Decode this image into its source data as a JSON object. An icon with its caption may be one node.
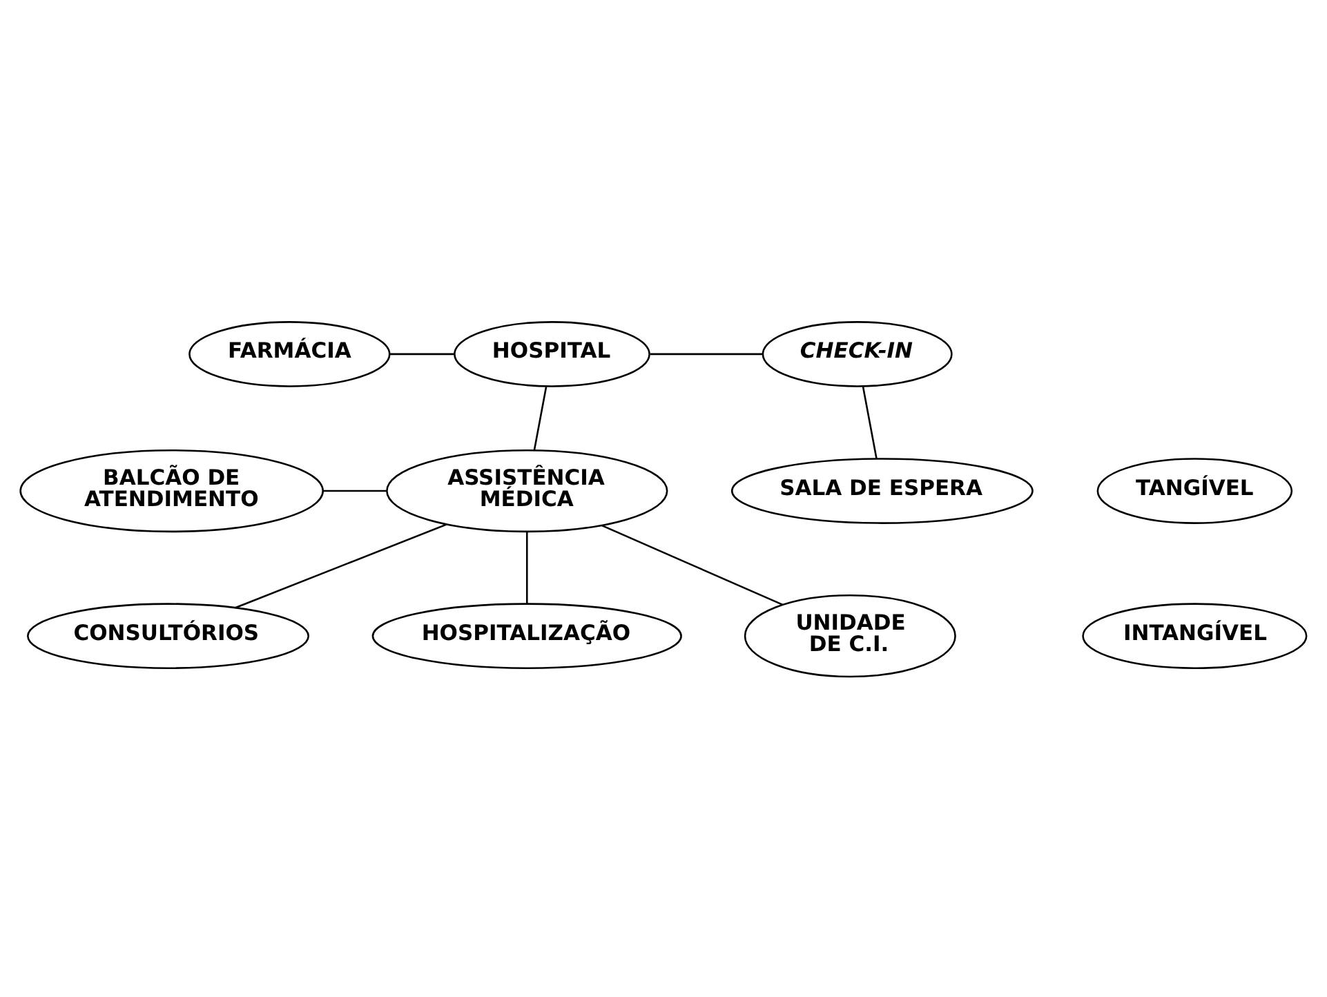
{
  "diagram": {
    "nodes": [
      {
        "text": [
          "FARMÁCIA"
        ]
      },
      {
        "text": [
          "HOSPITAL"
        ]
      },
      {
        "text": [
          "CHECK-IN"
        ]
      },
      {
        "text": [
          "BALCÃO DE ATENDIMENTO"
        ]
      },
      {
        "text": [
          "ASSISTÊNCIA MÉDICA"
        ]
      },
      {
        "text": [
          "SALA DE ESPERA"
        ]
      },
      {
        "text": [
          "TANGÍVEL"
        ]
      },
      {
        "text": [
          "CONSULTÓRIOS"
        ]
      },
      {
        "text": [
          "HOSPITALIZAÇÃO"
        ]
      },
      {
        "text": [
          "UNIDADE DE C.I."
        ]
      },
      {
        "text": [
          "INTANGÍVEL"
        ]
      }
    ],
    "edges": [
      {
        "from": 0,
        "to": 1,
        "arrow": "none"
      },
      {
        "from": 1,
        "to": 2,
        "arrow": "none"
      },
      {
        "from": 1,
        "to": 4,
        "arrow": "none"
      },
      {
        "from": 2,
        "to": 5,
        "arrow": "none"
      },
      {
        "from": 3,
        "to": 4,
        "arrow": "none"
      },
      {
        "from": 4,
        "to": 7,
        "arrow": "none"
      },
      {
        "from": 4,
        "to": 8,
        "arrow": "none"
      },
      {
        "from": 4,
        "to": 9,
        "arrow": "none"
      }
    ]
  }
}
